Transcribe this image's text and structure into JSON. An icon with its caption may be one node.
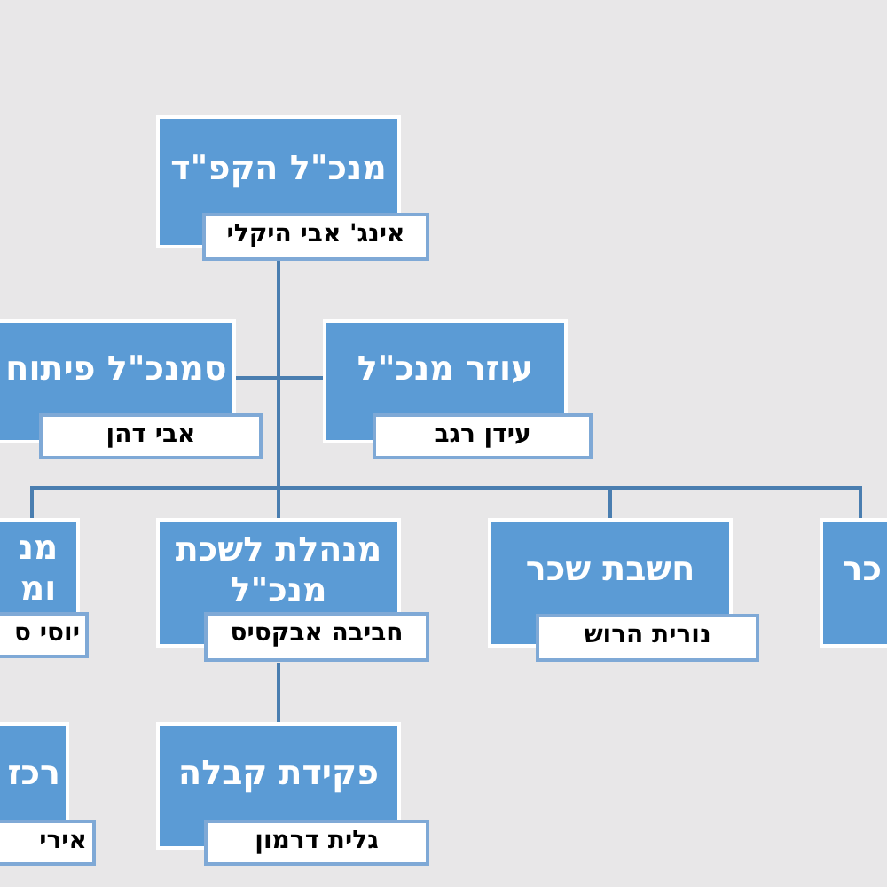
{
  "diagram": {
    "nodes": [
      {
        "text": [
          "מנכ\"ל הקפ\"ד",
          "אינג' אבי היקלי"
        ]
      },
      {
        "text": [
          "סמנכ\"ל פיתוח",
          "אבי דהן"
        ]
      },
      {
        "text": [
          "עוזר מנכ\"ל",
          "עידן רגב"
        ]
      },
      {
        "text": [
          "מנ ומ",
          "יוסי ס"
        ]
      },
      {
        "text": [
          "מנהלת לשכת מנכ\"ל",
          "חביבה אבקסיס"
        ]
      },
      {
        "text": [
          "חשבת שכר",
          "נורית הרוש"
        ]
      },
      {
        "text": [
          "כר"
        ]
      },
      {
        "text": [
          "רכז",
          "אירי"
        ]
      },
      {
        "text": [
          "פקידת קבלה",
          "גלית דרמון"
        ]
      }
    ],
    "edges": [
      {
        "from": 0,
        "to": 1,
        "arrow": "none"
      },
      {
        "from": 0,
        "to": 2,
        "arrow": "none"
      },
      {
        "from": 0,
        "to": 3,
        "arrow": "none"
      },
      {
        "from": 0,
        "to": 4,
        "arrow": "none"
      },
      {
        "from": 0,
        "to": 5,
        "arrow": "none"
      },
      {
        "from": 0,
        "to": 6,
        "arrow": "none"
      },
      {
        "from": 4,
        "to": 8,
        "arrow": "none"
      }
    ]
  }
}
